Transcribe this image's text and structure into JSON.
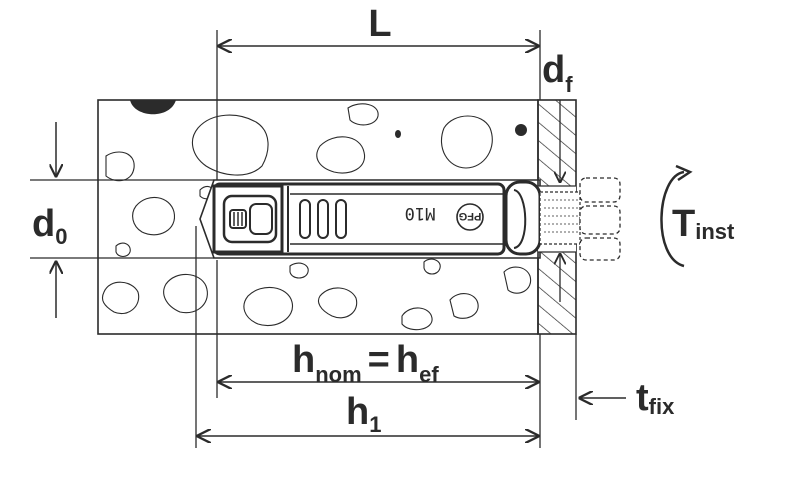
{
  "labels": {
    "L": "L",
    "d_f": {
      "main": "d",
      "sub": "f"
    },
    "d_0": {
      "main": "d",
      "sub": "0"
    },
    "T_inst": {
      "main": "T",
      "sub": "inst"
    },
    "h_nom": {
      "main": "h",
      "sub": "nom"
    },
    "equals": "=",
    "h_ef": {
      "main": "h",
      "sub": "ef"
    },
    "h_1": {
      "main": "h",
      "sub": "1"
    },
    "t_fix": {
      "main": "t",
      "sub": "fix"
    }
  },
  "anchor_marking": {
    "size": "M10",
    "logo": "PFG"
  },
  "colors": {
    "line": "#2b2b2b",
    "background": "#ffffff"
  }
}
